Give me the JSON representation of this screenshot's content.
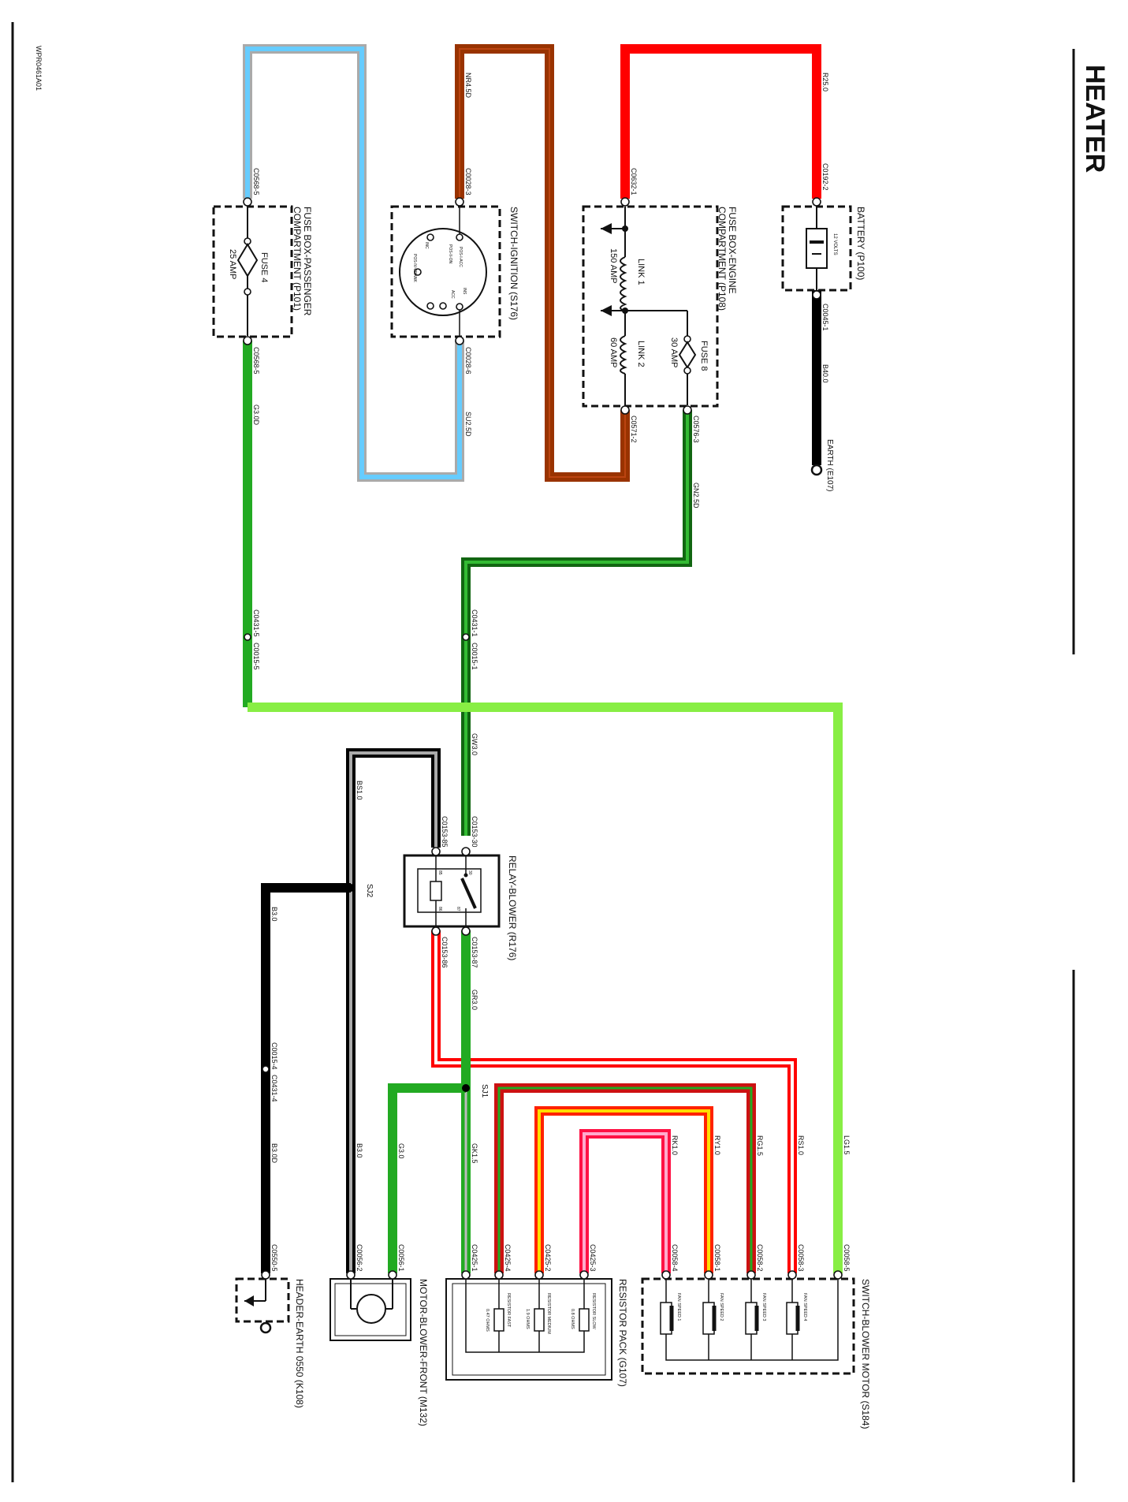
{
  "page": {
    "title": "HEATER",
    "ref": "WPR0461A01"
  },
  "components": {
    "battery": {
      "label": "BATTERY (P100)",
      "value": "12 VOLTS"
    },
    "earth_e107": {
      "label": "EARTH (E107)"
    },
    "fuse_box_engine": {
      "label1": "FUSE BOX-ENGINE",
      "label2": "COMPARTMENT (P108)",
      "fuse8": "FUSE 8",
      "fuse8_amp": "30 AMP",
      "link1": "LINK 1",
      "link1_amp": "150 AMP",
      "link2": "LINK 2",
      "link2_amp": "60 AMP"
    },
    "switch_ignition": {
      "label": "SWITCH-IGNITION (S176)",
      "positions": [
        "INC",
        "POS-II-ON",
        "POS-IV-CRANK",
        "POS-I-ACC",
        "ACC",
        "INS"
      ]
    },
    "fuse_box_passenger": {
      "label1": "FUSE BOX-PASSENGER",
      "label2": "COMPARTMENT (P101)",
      "fuse4": "FUSE 4",
      "fuse4_amp": "25 AMP"
    },
    "relay_blower": {
      "label": "RELAY-BLOWER (R176)",
      "pins": [
        "85",
        "86",
        "30",
        "87"
      ]
    },
    "switch_blower": {
      "label": "SWITCH-BLOWER MOTOR (S184)",
      "speeds": [
        "FAN SPEED 1",
        "FAN SPEED 2",
        "FAN SPEED 3",
        "FAN SPEED 4"
      ]
    },
    "resistor_pack": {
      "label": "RESISTOR PACK (G107)",
      "items": [
        {
          "name": "RESISTOR SLOW",
          "value": "0.8 OHMS"
        },
        {
          "name": "RESISTOR MEDIUM",
          "value": "1.9 OHMS"
        },
        {
          "name": "RESISTOR FAST",
          "value": "0.47 OHMS"
        }
      ]
    },
    "motor_blower": {
      "label": "MOTOR-BLOWER-FRONT (M132)"
    },
    "header_earth": {
      "label": "HEADER-EARTH 0550 (K108)"
    }
  },
  "connectors": {
    "c0192_2": "C0192-2",
    "c0045_1": "C0045-1",
    "c0632_1": "C0632-1",
    "c0571_2": "C0571-2",
    "c0576_3": "C0576-3",
    "c0028_3": "C0028-3",
    "c0028_6": "C0028-6",
    "c0568_5a": "C0568-5",
    "c0568_5b": "C0568-5",
    "c0431_5": "C0431-5",
    "c0015_5": "C0015-5",
    "c0431_1": "C0431-1",
    "c0015_1": "C0015-1",
    "c0153_85": "C0153-85",
    "c0153_30": "C0153-30",
    "c0153_86": "C0153-86",
    "c0153_87": "C0153-87",
    "c0015_4": "C0015-4",
    "c0431_4": "C0431-4",
    "c0550_5": "C0550-5",
    "c0056_2": "C0056-2",
    "c0056_1": "C0056-1",
    "c0425_1": "C0425-1",
    "c0425_4": "C0425-4",
    "c0425_2": "C0425-2",
    "c0425_3": "C0425-3",
    "c0058_4": "C0058-4",
    "c0058_1": "C0058-1",
    "c0058_2": "C0058-2",
    "c0058_3": "C0058-3",
    "c0058_5": "C0058-5"
  },
  "splices": {
    "sj1": "SJ1",
    "sj2": "SJ2"
  },
  "wires": {
    "r25": "R25.0",
    "b40": "B40.0",
    "nr45": "NR4.5D",
    "su25": "SU2.5D",
    "gn25": "GN2.5D",
    "g30a": "G3.0D",
    "gw30": "GW3.0",
    "bs10": "BS1.0",
    "b30a": "B3.0",
    "gr30": "GR3.0",
    "rs10": "RS1.0",
    "rg15": "RG1.5",
    "ry10": "RY1.0",
    "rk10": "RK1.0",
    "gk15": "GK1.5",
    "g30b": "G3.0",
    "b30b": "B3.0",
    "b30c": "B3.0D",
    "lg15": "LG1.5"
  },
  "colors": {
    "red": "#ff0000",
    "brown": "#993300",
    "light_blue": "#66ccff",
    "gray": "#aaaaaa",
    "green": "#22aa22",
    "dark_green": "#116611",
    "light_green": "#88ee44",
    "black": "#000000",
    "yellow": "#ffdd00",
    "pink": "#ff4488",
    "white": "#ffffff"
  }
}
